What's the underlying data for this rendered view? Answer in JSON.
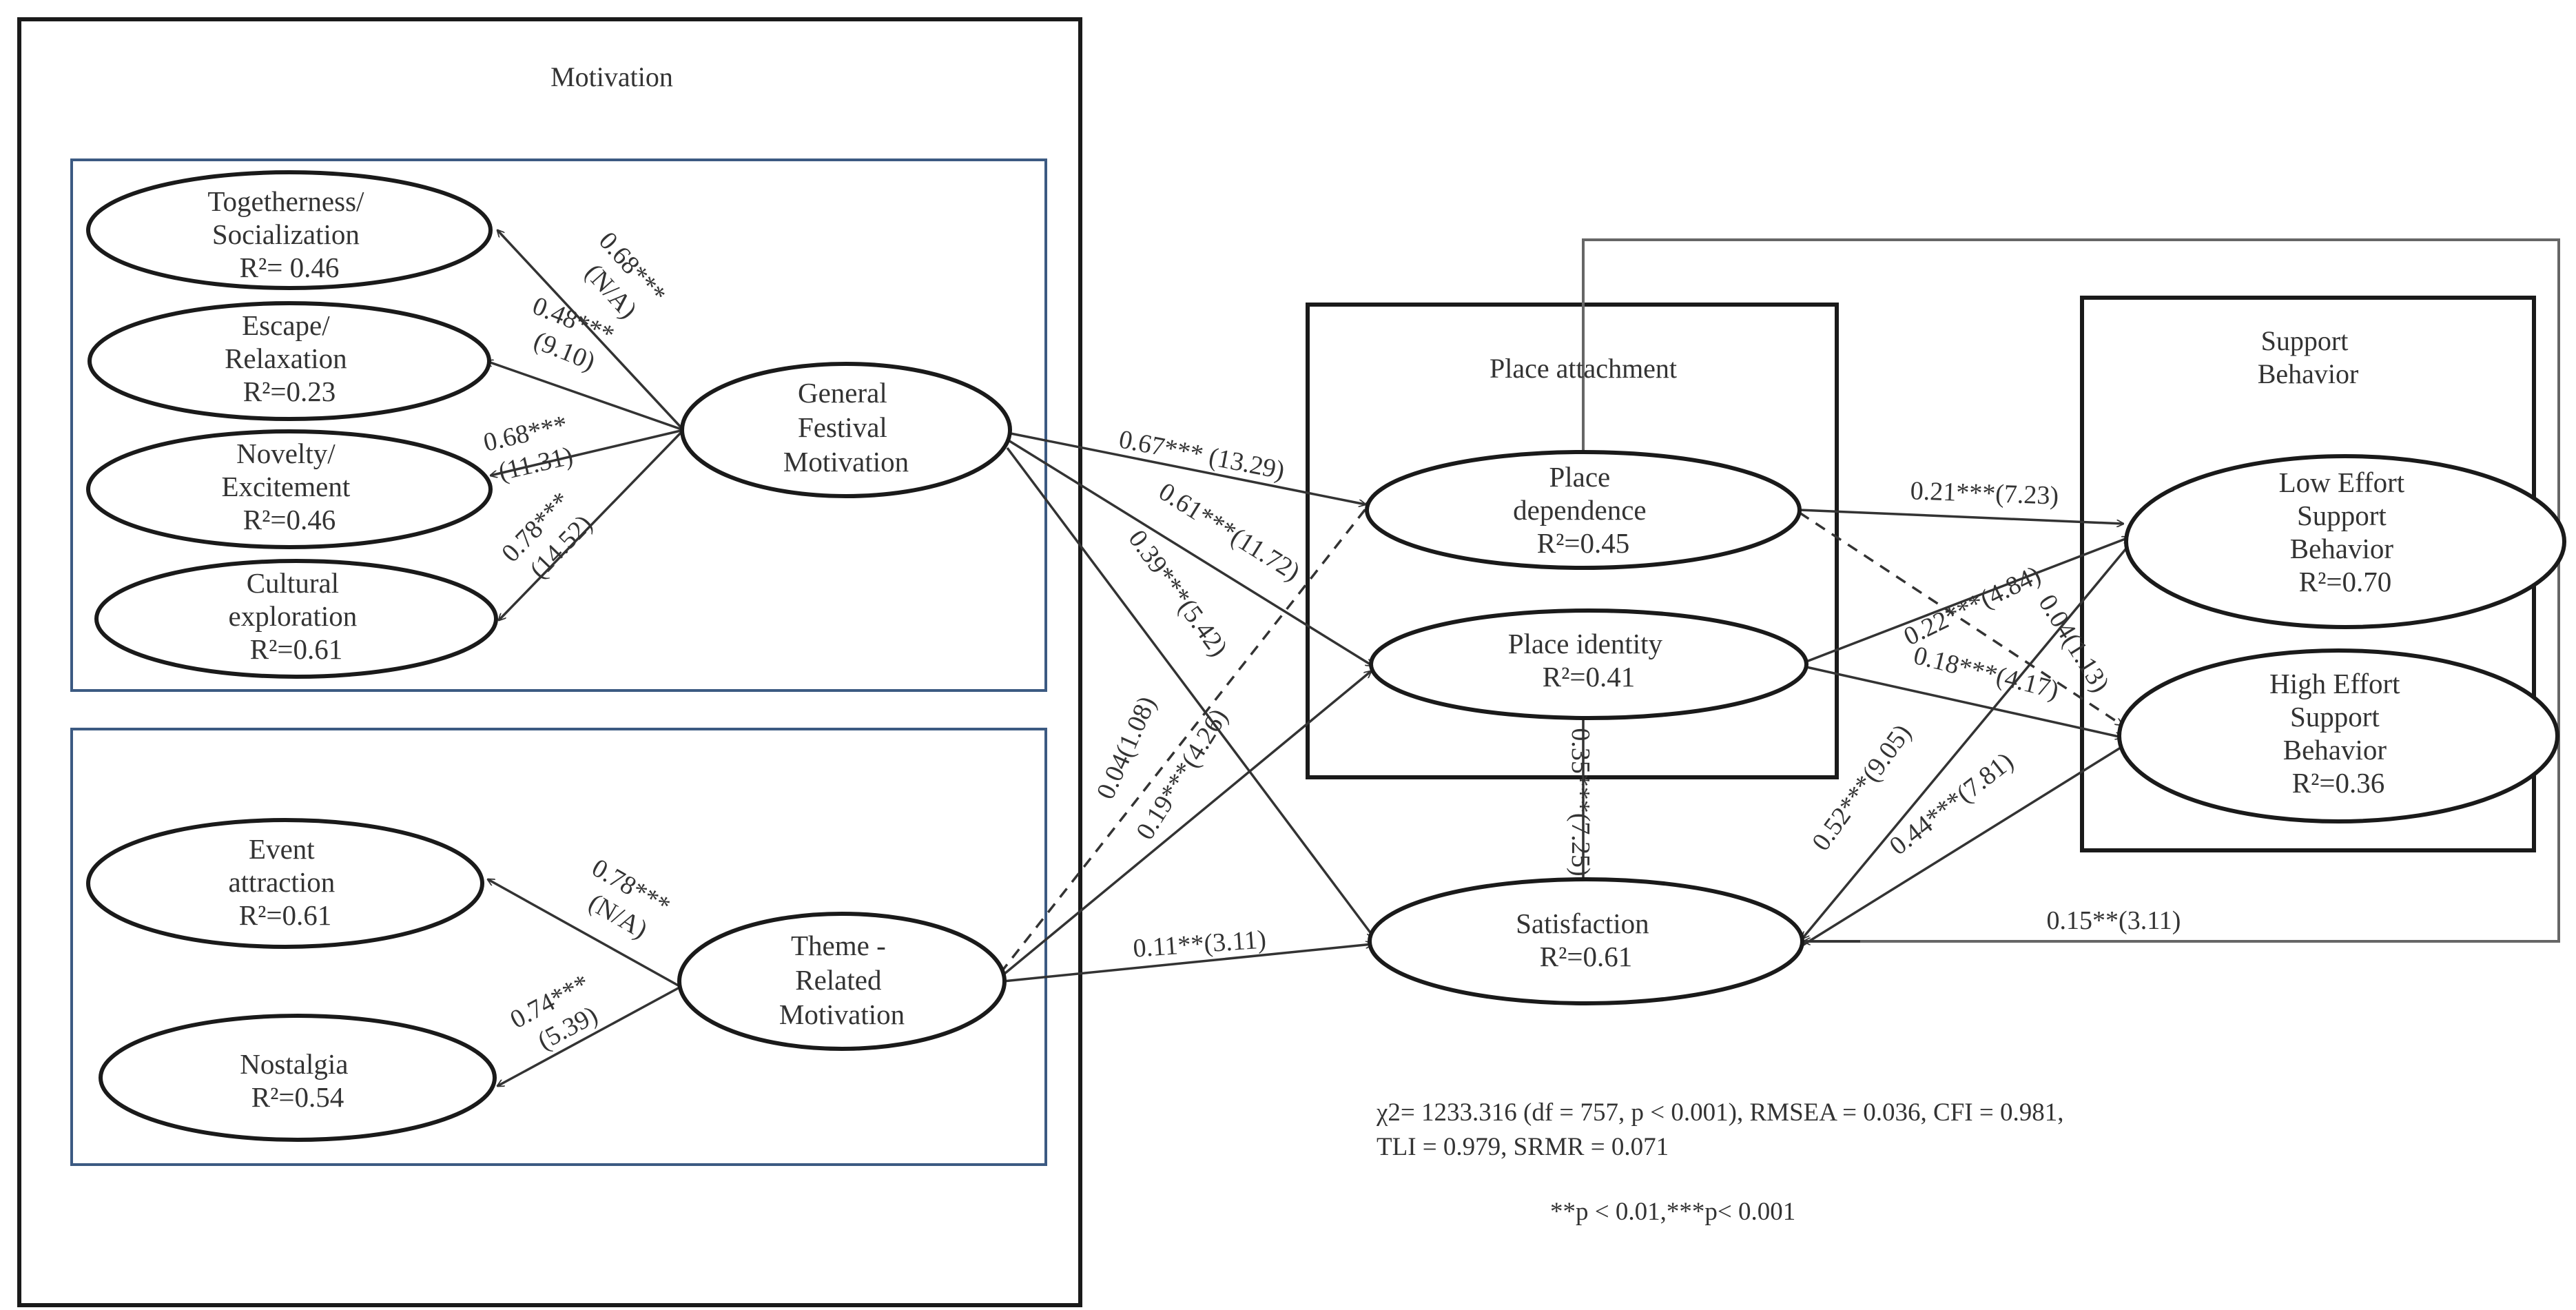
{
  "groups": {
    "motivation": "Motivation",
    "place_attachment": "Place attachment",
    "support_behavior": [
      "Support",
      "Behavior"
    ]
  },
  "nodes": {
    "togetherness": [
      "Togetherness/",
      "Socialization",
      "R²= 0.46"
    ],
    "escape": [
      "Escape/",
      "Relaxation",
      "R²=0.23"
    ],
    "novelty": [
      "Novelty/",
      "Excitement",
      "R²=0.46"
    ],
    "cultural": [
      "Cultural",
      "exploration",
      "R²=0.61"
    ],
    "general": [
      "General",
      "Festival",
      "Motivation"
    ],
    "event": [
      "Event",
      "attraction",
      "R²=0.61"
    ],
    "nostalgia": [
      "Nostalgia",
      "R²=0.54"
    ],
    "theme": [
      "Theme -",
      "Related",
      "Motivation"
    ],
    "place_dependence": [
      "Place",
      "dependence",
      "R²=0.45"
    ],
    "place_identity": [
      "Place identity",
      "R²=0.41"
    ],
    "satisfaction": [
      "Satisfaction",
      "R²=0.61"
    ],
    "low_effort": [
      "Low Effort",
      "Support",
      "Behavior",
      "R²=0.70"
    ],
    "high_effort": [
      "High Effort",
      "Support",
      "Behavior",
      "R²=0.36"
    ]
  },
  "paths": {
    "gen_tog": [
      "0.68***",
      "(N/A)"
    ],
    "gen_esc": [
      "0.48***",
      "(9.10)"
    ],
    "gen_nov": [
      "0.68***",
      "(11.31)"
    ],
    "gen_cul": [
      "0.78***",
      "(14.52)"
    ],
    "gen_pd": "0.67***  (13.29)",
    "gen_pi": "0.61***(11.72)",
    "gen_sat": "0.39***(5.42)",
    "th_ev": [
      "0.78***",
      "(N/A)"
    ],
    "th_nos": [
      "0.74***",
      "(5.39)"
    ],
    "th_pd": "0.04(1.08)",
    "th_pi": "0.19***(4.26)",
    "th_sat": "0.11**(3.11)",
    "pd_low": "0.21***(7.23)",
    "pd_high": "0.04(1.13)",
    "pi_low": "0.22***(4.84)",
    "pi_high": "0.18***(4.17)",
    "pi_sat": "0.35***(7.25)",
    "sat_low": "0.52***(9.05)",
    "sat_high": "0.44***(7.81)",
    "pd_sat_loop": "0.15**(3.11)"
  },
  "fit": {
    "line1": "χ2= 1233.316 (df = 757, p < 0.001), RMSEA = 0.036, CFI = 0.981,",
    "line2": "TLI = 0.979, SRMR = 0.071",
    "significance": "**p < 0.01,***p< 0.001"
  }
}
